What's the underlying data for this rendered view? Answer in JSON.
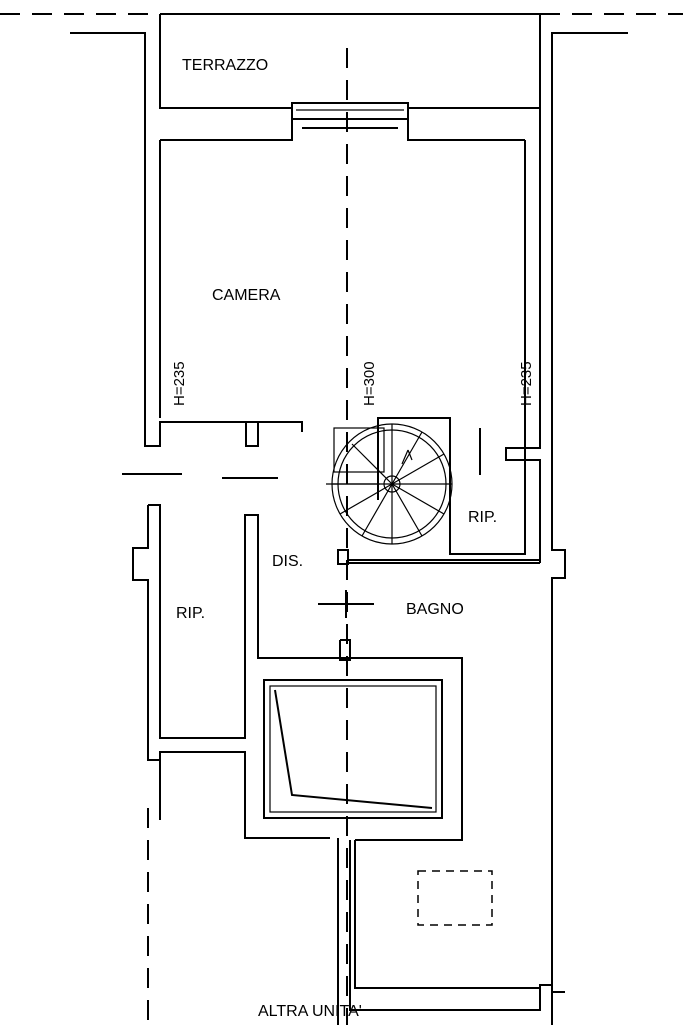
{
  "labels": {
    "terrazzo": "TERRAZZO",
    "camera": "CAMERA",
    "h_left": "H=235",
    "h_center": "H=300",
    "h_right": "H=235",
    "rip_right": "RIP.",
    "dis": "DIS.",
    "bagno": "BAGNO",
    "rip_left": "RIP.",
    "altra_unita": "ALTRA UNITA'"
  }
}
